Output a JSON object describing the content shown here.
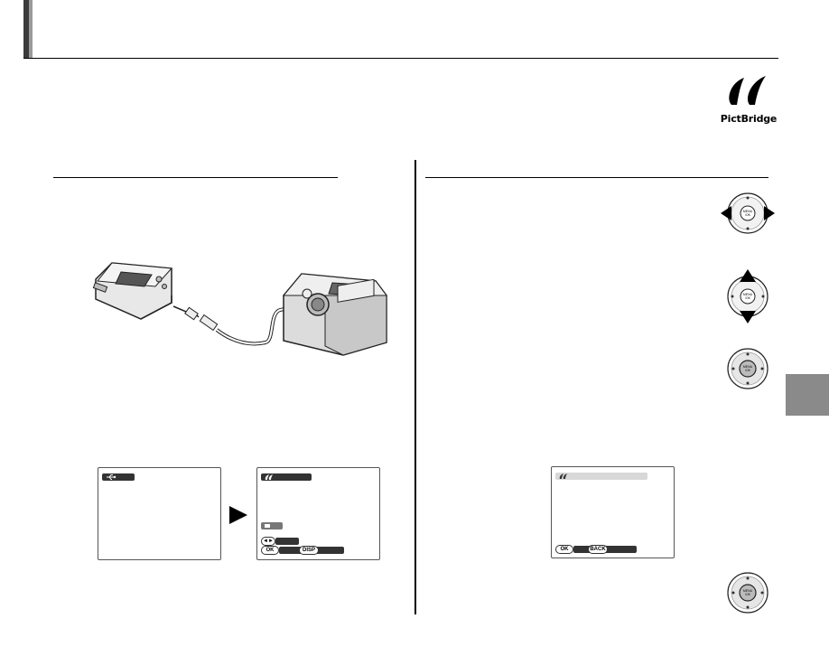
{
  "logo": {
    "name": "pictbridge-logo",
    "text": "PictBridge"
  },
  "screens": {
    "usb": {
      "icon": "usb-icon"
    },
    "pictbridge": {
      "icon": "pictbridge-icon",
      "buttons": [
        "OK",
        "DISP"
      ]
    },
    "confirm": {
      "icon": "pictbridge-icon",
      "buttons": [
        "OK",
        "BACK"
      ]
    }
  },
  "dpad_labels": {
    "center": "MENU/OK"
  },
  "colors": {
    "rule": "#000000",
    "side_tab": "#8a8a8a",
    "header_accent": "#3a3a3a"
  }
}
